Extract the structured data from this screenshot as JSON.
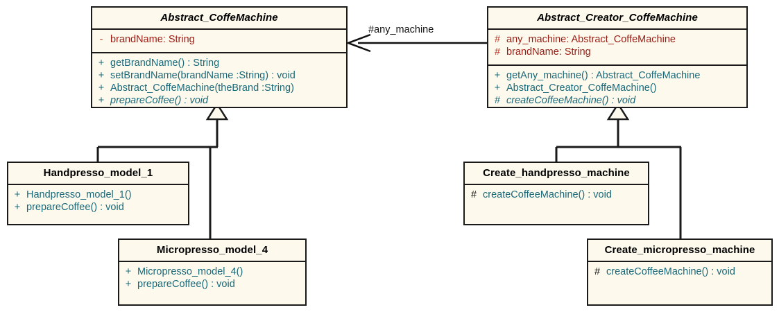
{
  "diagram": {
    "title": "Abstract Factory UML class diagram",
    "background_color": "#ffffff",
    "class_fill_color": "#FDF9EC",
    "border_color": "#1a1a1a",
    "attribute_color": "#9B1B14",
    "method_color": "#19697A"
  },
  "classes": {
    "abstract_coffemachine": {
      "name": "Abstract_CoffeMachine",
      "attributes": [
        {
          "visibility": "-",
          "text": "brandName:  String"
        }
      ],
      "methods": [
        {
          "visibility": "+",
          "text": "getBrandName() : String"
        },
        {
          "visibility": "+",
          "text": "setBrandName(brandName :String) : void"
        },
        {
          "visibility": "+",
          "text": "Abstract_CoffeMachine(theBrand :String)"
        },
        {
          "visibility": "+",
          "text": "prepareCoffee() : void"
        }
      ]
    },
    "abstract_creator_coffemachine": {
      "name": "Abstract_Creator_CoffeMachine",
      "attributes": [
        {
          "visibility": "#",
          "text": "any_machine:  Abstract_CoffeMachine"
        },
        {
          "visibility": "#",
          "text": "brandName:  String"
        }
      ],
      "methods": [
        {
          "visibility": "+",
          "text": "getAny_machine() : Abstract_CoffeMachine"
        },
        {
          "visibility": "+",
          "text": "Abstract_Creator_CoffeMachine()"
        },
        {
          "visibility": "#",
          "text": "createCoffeeMachine() : void"
        }
      ]
    },
    "handpresso_model_1": {
      "name": "Handpresso_model_1",
      "methods": [
        {
          "visibility": "+",
          "text": "Handpresso_model_1()"
        },
        {
          "visibility": "+",
          "text": "prepareCoffee() : void"
        }
      ]
    },
    "micropresso_model_4": {
      "name": "Micropresso_model_4",
      "methods": [
        {
          "visibility": "+",
          "text": "Micropresso_model_4()"
        },
        {
          "visibility": "+",
          "text": "prepareCoffee() : void"
        }
      ]
    },
    "create_handpresso_machine": {
      "name": "Create_handpresso_machine",
      "methods": [
        {
          "visibility": "#",
          "text": "createCoffeeMachine() : void"
        }
      ]
    },
    "create_micropresso_machine": {
      "name": "Create_micropresso_machine",
      "methods": [
        {
          "visibility": "#",
          "text": "createCoffeeMachine() : void"
        }
      ]
    }
  },
  "relationships": {
    "association_label": "#any_machine"
  }
}
